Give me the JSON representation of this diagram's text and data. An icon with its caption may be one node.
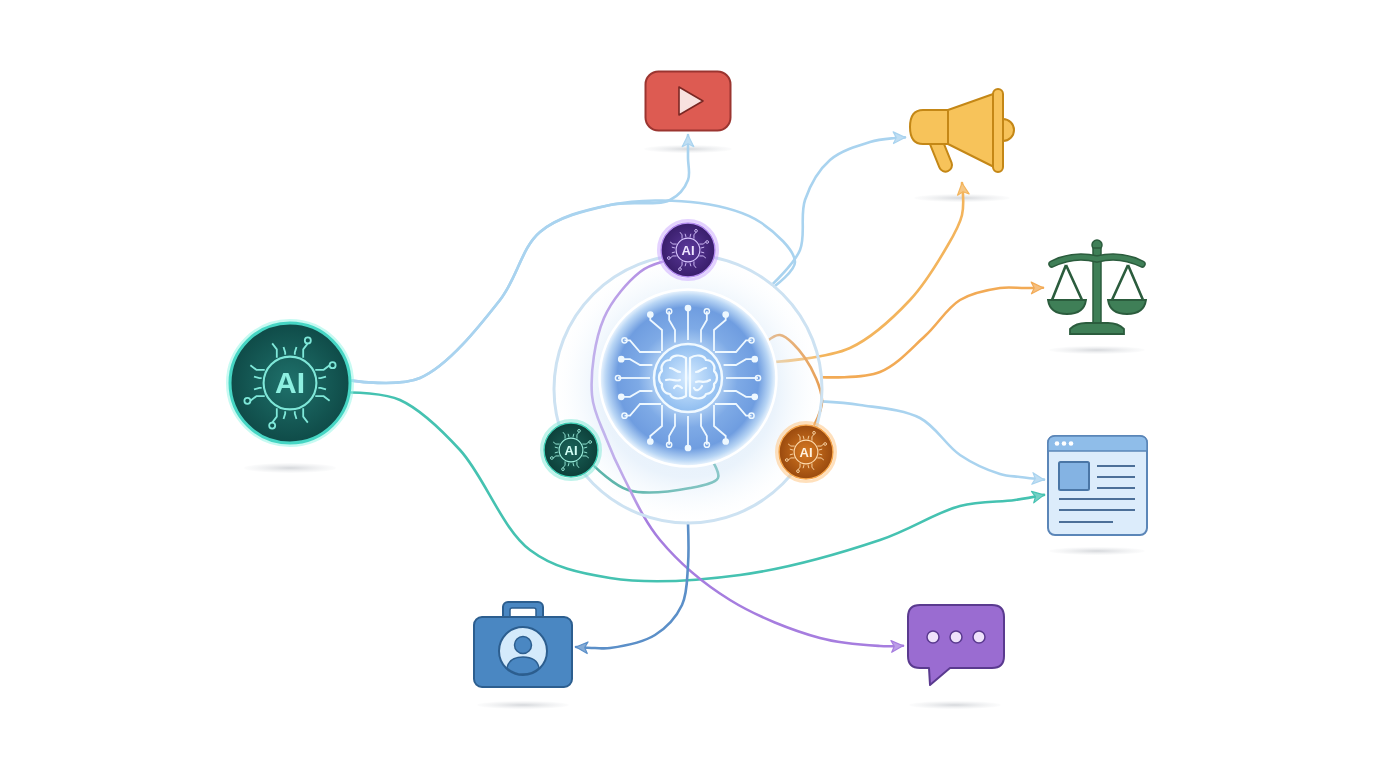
{
  "diagram": {
    "nodes": [
      {
        "text": [
          "AI"
        ]
      },
      {
        "text": [],
        "shape": "circle"
      },
      {
        "text": [],
        "shape": "picture",
        "in": 1
      },
      {
        "text": [
          "AI"
        ]
      },
      {
        "text": [
          "AI"
        ]
      },
      {
        "text": [
          "AI"
        ]
      },
      {
        "text": [],
        "shape": "picture"
      },
      {
        "text": [],
        "shape": "picture"
      },
      {
        "text": [],
        "shape": "picture"
      },
      {
        "text": [],
        "shape": "picture"
      },
      {
        "text": [],
        "shape": "picture"
      },
      {
        "text": [],
        "shape": "picture"
      }
    ],
    "edges": [
      {
        "from": 0,
        "to": 6,
        "arrow": "to"
      },
      {
        "from": 0,
        "to": 1,
        "arrow": "none"
      },
      {
        "from": 1,
        "to": 7,
        "arrow": "to"
      },
      {
        "from": 0,
        "to": 9,
        "arrow": "to",
        "color": "#45c2b1"
      },
      {
        "from": 1,
        "to": 9,
        "arrow": "to"
      },
      {
        "from": 2,
        "to": 7,
        "arrow": "to",
        "color": "#f3b45c"
      },
      {
        "from": 1,
        "to": 8,
        "arrow": "to",
        "color": "#f2aa55"
      },
      {
        "from": 5,
        "to": 2,
        "arrow": "none",
        "color": "#e4913c"
      },
      {
        "from": 4,
        "to": 2,
        "arrow": "none",
        "color": "#2b9e8f"
      },
      {
        "from": 3,
        "to": 11,
        "arrow": "to",
        "color": "#a67ddf"
      },
      {
        "from": 1,
        "to": 10,
        "arrow": "to",
        "color": "#5b8fc8"
      }
    ]
  }
}
